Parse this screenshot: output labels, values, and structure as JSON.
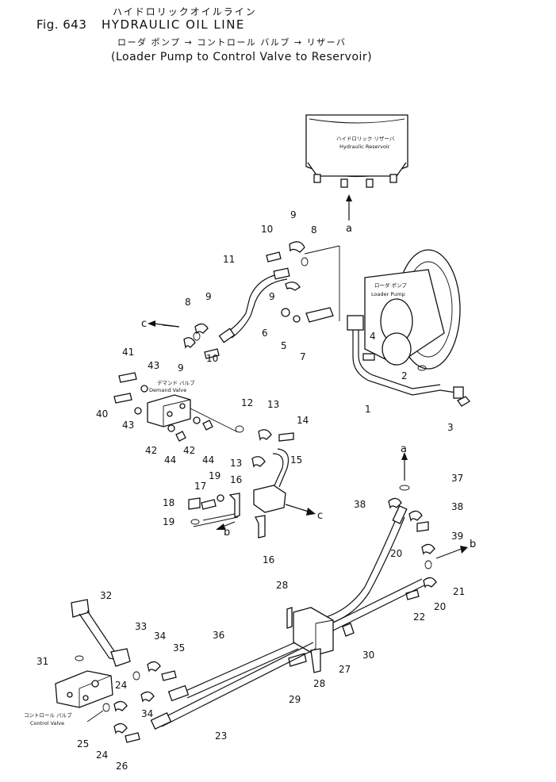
{
  "header": {
    "fig_no": "Fig. 643",
    "title": "HYDRAULIC OIL LINE",
    "title_jp": "ハイドロリックオイルライン",
    "subtitle_jp": "ローダ ポンプ → コントロール バルブ → リザーバ",
    "subtitle_en": "(Loader Pump to Control Valve to Reservoir)"
  },
  "labels": {
    "reservoir_jp": "ハイドロリック リザーバ",
    "reservoir_en": "Hydraulic Reservoir",
    "pump_jp": "ローダ ポンプ",
    "pump_en": "Loader Pump",
    "demand_jp": "デマンド バルブ",
    "demand_en": "Demand Valve",
    "control_jp": "コントロール バルブ",
    "control_en": "Control Valve"
  },
  "refs": {
    "a_top": "a",
    "a_mid": "a",
    "b_left": "b",
    "b_right": "b",
    "c_left": "c",
    "c_right": "c"
  },
  "part_numbers": [
    {
      "id": "p9a",
      "text": "9"
    },
    {
      "id": "p8a",
      "text": "8"
    },
    {
      "id": "p10a",
      "text": "10"
    },
    {
      "id": "p11",
      "text": "11"
    },
    {
      "id": "p9b",
      "text": "9"
    },
    {
      "id": "p8b",
      "text": "8"
    },
    {
      "id": "p9c",
      "text": "9"
    },
    {
      "id": "p6",
      "text": "6"
    },
    {
      "id": "p5",
      "text": "5"
    },
    {
      "id": "p7",
      "text": "7"
    },
    {
      "id": "p4",
      "text": "4"
    },
    {
      "id": "p9d",
      "text": "9"
    },
    {
      "id": "p10b",
      "text": "10"
    },
    {
      "id": "p2",
      "text": "2"
    },
    {
      "id": "p41",
      "text": "41"
    },
    {
      "id": "p43a",
      "text": "43"
    },
    {
      "id": "p1",
      "text": "1"
    },
    {
      "id": "p40",
      "text": "40"
    },
    {
      "id": "p43b",
      "text": "43"
    },
    {
      "id": "p12",
      "text": "12"
    },
    {
      "id": "p13a",
      "text": "13"
    },
    {
      "id": "p14",
      "text": "14"
    },
    {
      "id": "p3",
      "text": "3"
    },
    {
      "id": "p42a",
      "text": "42"
    },
    {
      "id": "p44a",
      "text": "44"
    },
    {
      "id": "p42b",
      "text": "42"
    },
    {
      "id": "p44b",
      "text": "44"
    },
    {
      "id": "p13b",
      "text": "13"
    },
    {
      "id": "p15",
      "text": "15"
    },
    {
      "id": "p37",
      "text": "37"
    },
    {
      "id": "p17",
      "text": "17"
    },
    {
      "id": "p19a",
      "text": "19"
    },
    {
      "id": "p16a",
      "text": "16"
    },
    {
      "id": "p18",
      "text": "18"
    },
    {
      "id": "p38a",
      "text": "38"
    },
    {
      "id": "p38b",
      "text": "38"
    },
    {
      "id": "p19b",
      "text": "19"
    },
    {
      "id": "p39",
      "text": "39"
    },
    {
      "id": "p16b",
      "text": "16"
    },
    {
      "id": "p20a",
      "text": "20"
    },
    {
      "id": "p32",
      "text": "32"
    },
    {
      "id": "p28a",
      "text": "28"
    },
    {
      "id": "p21",
      "text": "21"
    },
    {
      "id": "p20b",
      "text": "20"
    },
    {
      "id": "p22",
      "text": "22"
    },
    {
      "id": "p33",
      "text": "33"
    },
    {
      "id": "p34a",
      "text": "34"
    },
    {
      "id": "p36",
      "text": "36"
    },
    {
      "id": "p35",
      "text": "35"
    },
    {
      "id": "p30",
      "text": "30"
    },
    {
      "id": "p31",
      "text": "31"
    },
    {
      "id": "p27",
      "text": "27"
    },
    {
      "id": "p28b",
      "text": "28"
    },
    {
      "id": "p24a",
      "text": "24"
    },
    {
      "id": "p34b",
      "text": "34"
    },
    {
      "id": "p29",
      "text": "29"
    },
    {
      "id": "p23",
      "text": "23"
    },
    {
      "id": "p25",
      "text": "25"
    },
    {
      "id": "p24b",
      "text": "24"
    },
    {
      "id": "p26",
      "text": "26"
    }
  ]
}
